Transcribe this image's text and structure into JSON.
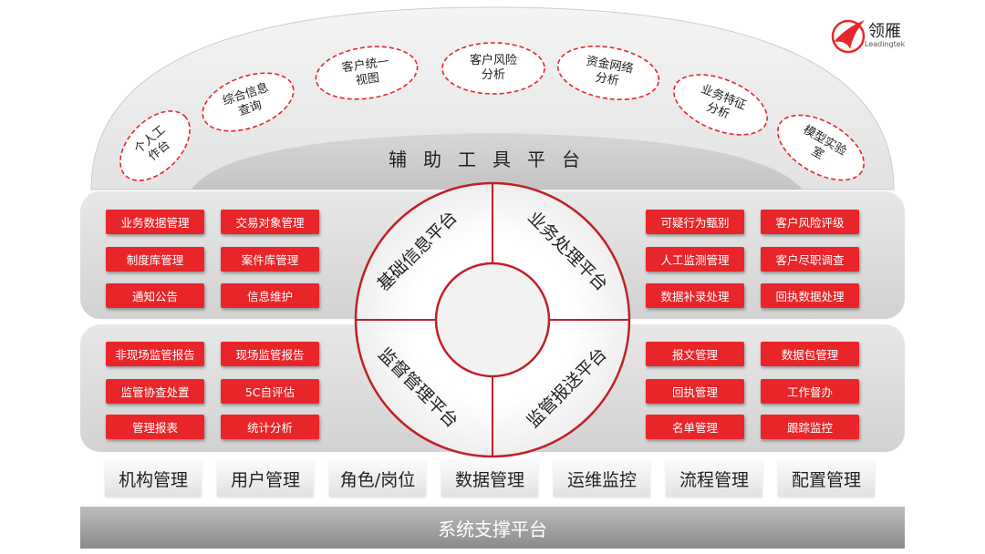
{
  "logo": {
    "name": "领雁",
    "sub": "Leadingtek",
    "color": "#e8262a"
  },
  "top_platform": {
    "title": "辅助工具平台",
    "tools": [
      {
        "label": "个人工\n作台"
      },
      {
        "label": "综合信息\n查询"
      },
      {
        "label": "客户统一\n视图"
      },
      {
        "label": "客户风险\n分析"
      },
      {
        "label": "资金网络\n分析"
      },
      {
        "label": "业务特征\n分析"
      },
      {
        "label": "模型实验\n室"
      }
    ]
  },
  "center_ring": {
    "quadrants": [
      "基础信息平台",
      "业务处理平台",
      "监督管理平台",
      "监管报送平台"
    ]
  },
  "left_top": [
    "业务数据管理",
    "交易对象管理",
    "制度库管理",
    "案件库管理",
    "通知公告",
    "信息维护"
  ],
  "left_bottom": [
    "非现场监管报告",
    "现场监管报告",
    "监管协查处置",
    "5C自评估",
    "管理报表",
    "统计分析"
  ],
  "right_top": [
    "可疑行为甄别",
    "客户风险评级",
    "人工监测管理",
    "客户尽职调查",
    "数据补录处理",
    "回执数据处理"
  ],
  "right_bottom": [
    "报文管理",
    "数据包管理",
    "回执管理",
    "工作督办",
    "名单管理",
    "跟踪监控"
  ],
  "bottom_modules": [
    "机构管理",
    "用户管理",
    "角色/岗位",
    "数据管理",
    "运维监控",
    "流程管理",
    "配置管理"
  ],
  "system_platform": "系统支撑平台",
  "colors": {
    "accent": "#e8262a",
    "band": "#d9d9d9",
    "ring": "#c0202a"
  }
}
